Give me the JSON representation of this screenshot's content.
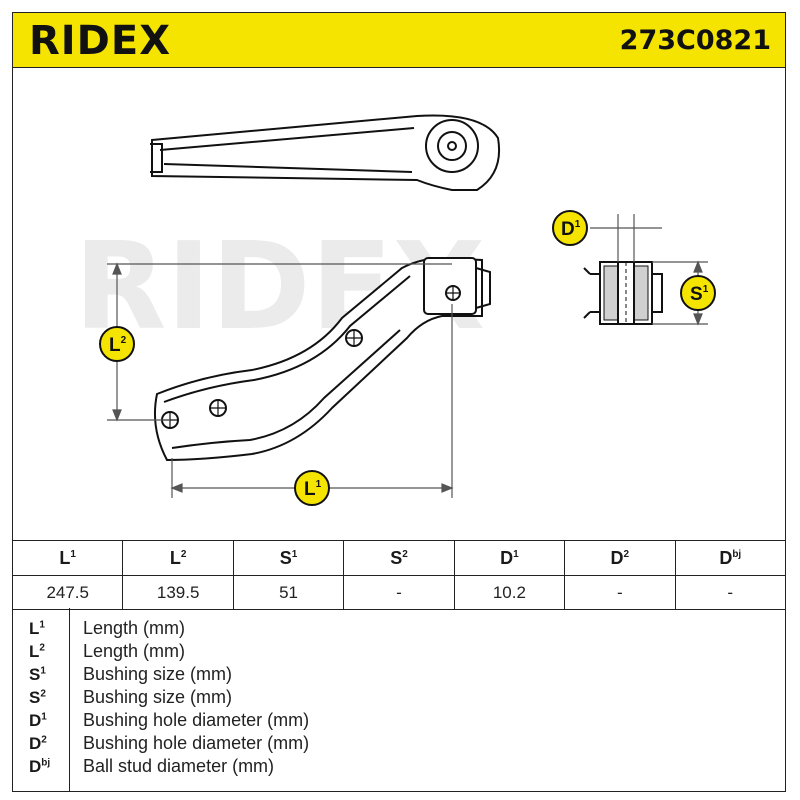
{
  "header": {
    "brand": "RIDEX",
    "part_number": "273C0821"
  },
  "colors": {
    "accent": "#f4e400",
    "line": "#222222"
  },
  "diagram_labels": {
    "l1": {
      "base": "L",
      "sup": "1"
    },
    "l2": {
      "base": "L",
      "sup": "2"
    },
    "d1": {
      "base": "D",
      "sup": "1"
    },
    "s1": {
      "base": "S",
      "sup": "1"
    }
  },
  "spec_table": {
    "columns": [
      {
        "base": "L",
        "sup": "1"
      },
      {
        "base": "L",
        "sup": "2"
      },
      {
        "base": "S",
        "sup": "1"
      },
      {
        "base": "S",
        "sup": "2"
      },
      {
        "base": "D",
        "sup": "1"
      },
      {
        "base": "D",
        "sup": "2"
      },
      {
        "base": "D",
        "sup": "bj"
      }
    ],
    "values": [
      "247.5",
      "139.5",
      "51",
      "-",
      "10.2",
      "-",
      "-"
    ]
  },
  "legend": [
    {
      "base": "L",
      "sup": "1",
      "desc": "Length (mm)"
    },
    {
      "base": "L",
      "sup": "2",
      "desc": "Length (mm)"
    },
    {
      "base": "S",
      "sup": "1",
      "desc": "Bushing size (mm)"
    },
    {
      "base": "S",
      "sup": "2",
      "desc": "Bushing size (mm)"
    },
    {
      "base": "D",
      "sup": "1",
      "desc": "Bushing hole diameter (mm)"
    },
    {
      "base": "D",
      "sup": "2",
      "desc": "Bushing hole diameter (mm)"
    },
    {
      "base": "D",
      "sup": "bj",
      "desc": "Ball stud diameter (mm)"
    }
  ]
}
